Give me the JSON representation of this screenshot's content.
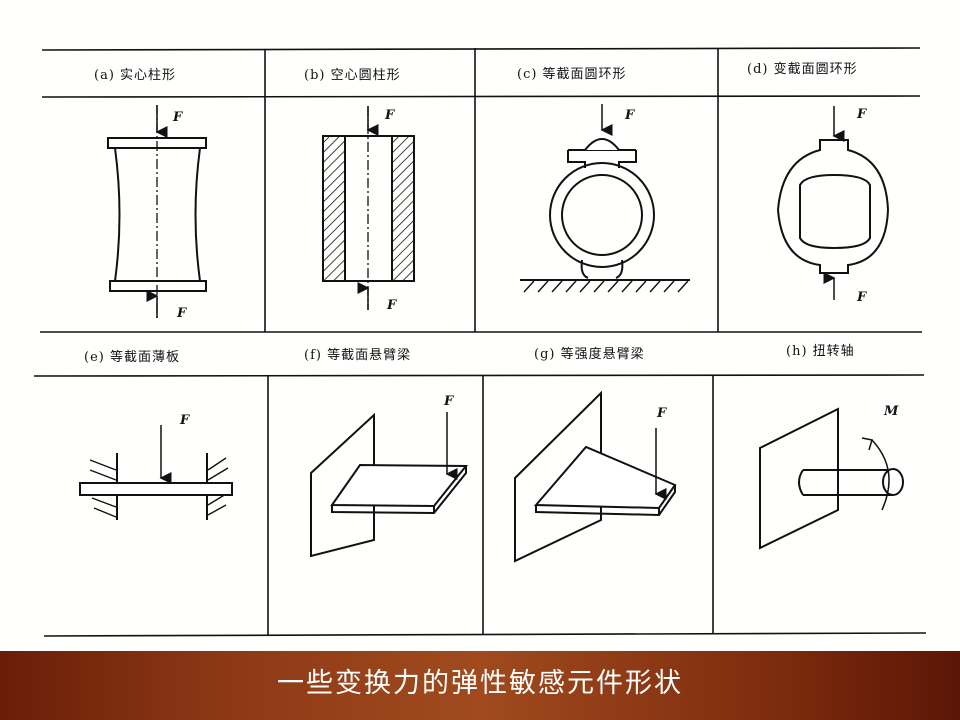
{
  "figure": {
    "cells": [
      {
        "id": "a",
        "caption": "(a) 实心柱形",
        "force_labels": [
          "F",
          "F"
        ]
      },
      {
        "id": "b",
        "caption": "(b) 空心圆柱形",
        "force_labels": [
          "F",
          "F"
        ]
      },
      {
        "id": "c",
        "caption": "(c) 等截面圆环形",
        "force_labels": [
          "F"
        ]
      },
      {
        "id": "d",
        "caption": "(d) 变截面圆环形",
        "force_labels": [
          "F",
          "F"
        ]
      },
      {
        "id": "e",
        "caption": "(e) 等截面薄板",
        "force_labels": [
          "F"
        ]
      },
      {
        "id": "f",
        "caption": "(f) 等截面悬臂梁",
        "force_labels": [
          "F"
        ]
      },
      {
        "id": "g",
        "caption": "(g) 等强度悬臂梁",
        "force_labels": [
          "F"
        ]
      },
      {
        "id": "h",
        "caption": "(h) 扭转轴",
        "force_labels": [
          "M"
        ]
      }
    ]
  },
  "footer": {
    "title": "一些变换力的弹性敏感元件形状"
  },
  "colors": {
    "footer_bg": "#8e3a16",
    "line": "#111111",
    "paper": "#ffffff"
  }
}
